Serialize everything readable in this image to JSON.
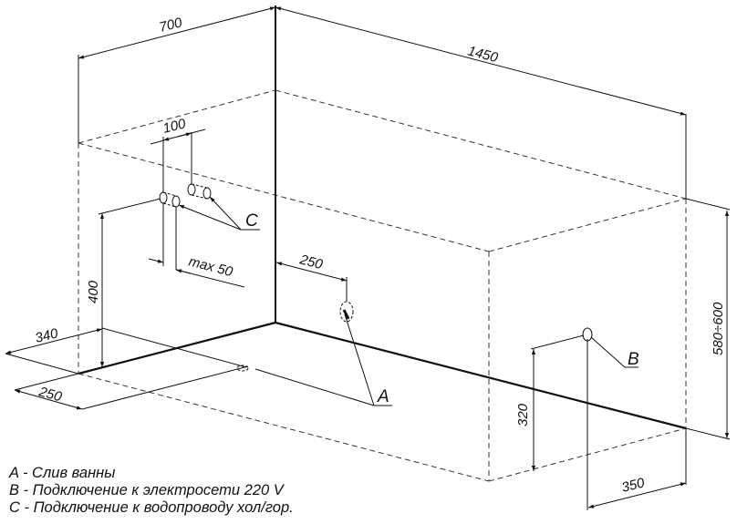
{
  "dimensions": {
    "width_700": "700",
    "length_1450": "1450",
    "height_580_600": "580÷600",
    "pipe_spacing_100": "100",
    "pipe_offset_max50": "max 50",
    "pipe_height_400": "400",
    "drain_offset_250_wall": "250",
    "drain_offset_340": "340",
    "drain_offset_250_floor": "250",
    "socket_height_320": "320",
    "socket_offset_350": "350"
  },
  "callouts": {
    "a": "A",
    "b": "B",
    "c": "C"
  },
  "legend": [
    {
      "key": "A",
      "text": "A - Слив ванны"
    },
    {
      "key": "B",
      "text": "B - Подключение к электросети 220 V"
    },
    {
      "key": "C",
      "text": "C - Подключение к водопроводу хол/гор."
    }
  ]
}
